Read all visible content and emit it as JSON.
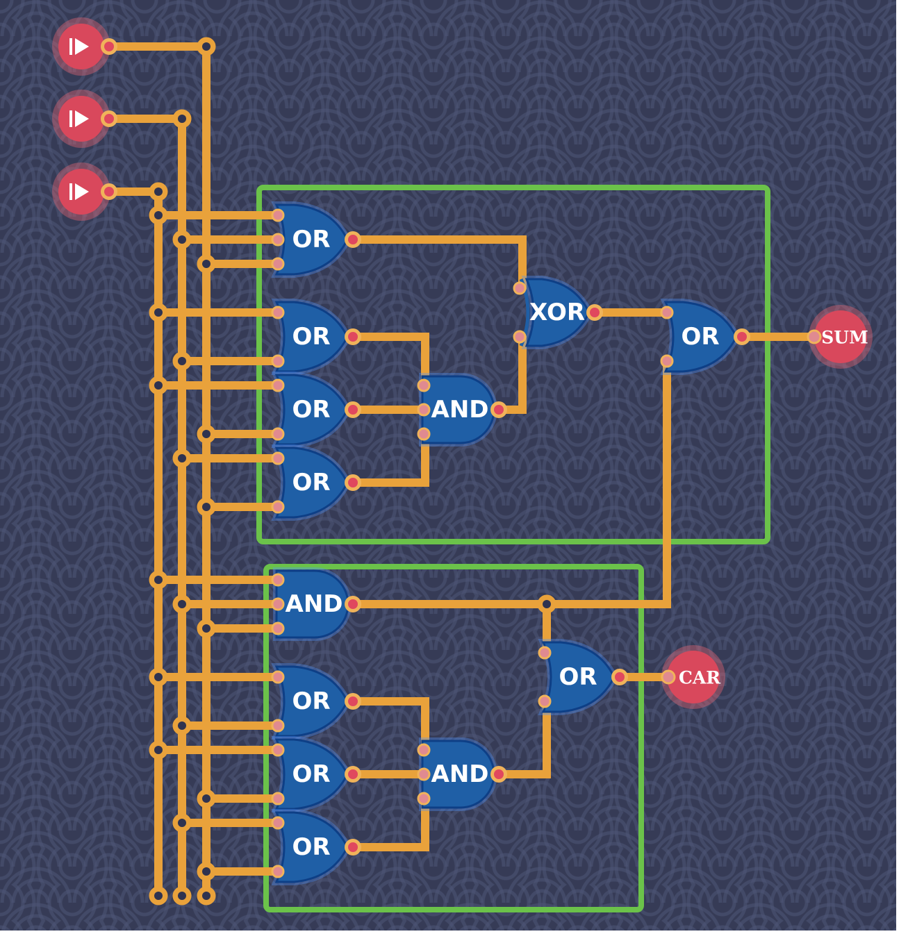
{
  "inputs": [
    {
      "icon": "play-icon"
    },
    {
      "icon": "play-icon"
    },
    {
      "icon": "play-icon"
    }
  ],
  "outputs": {
    "sum_label": "SUM",
    "car_label": "CAR"
  },
  "gates": {
    "sum_or_1": "OR",
    "sum_or_2": "OR",
    "sum_or_3": "OR",
    "sum_or_4": "OR",
    "sum_and": "AND",
    "sum_xor": "XOR",
    "sum_or_out": "OR",
    "car_and_top": "AND",
    "car_or_1": "OR",
    "car_or_2": "OR",
    "car_or_3": "OR",
    "car_and": "AND",
    "car_or_out": "OR"
  },
  "colors": {
    "board": "#363b56",
    "wire": "#e9a23b",
    "gate": "#1f5fa6",
    "group_box": "#6bc24a",
    "io_node": "#d9485c"
  }
}
